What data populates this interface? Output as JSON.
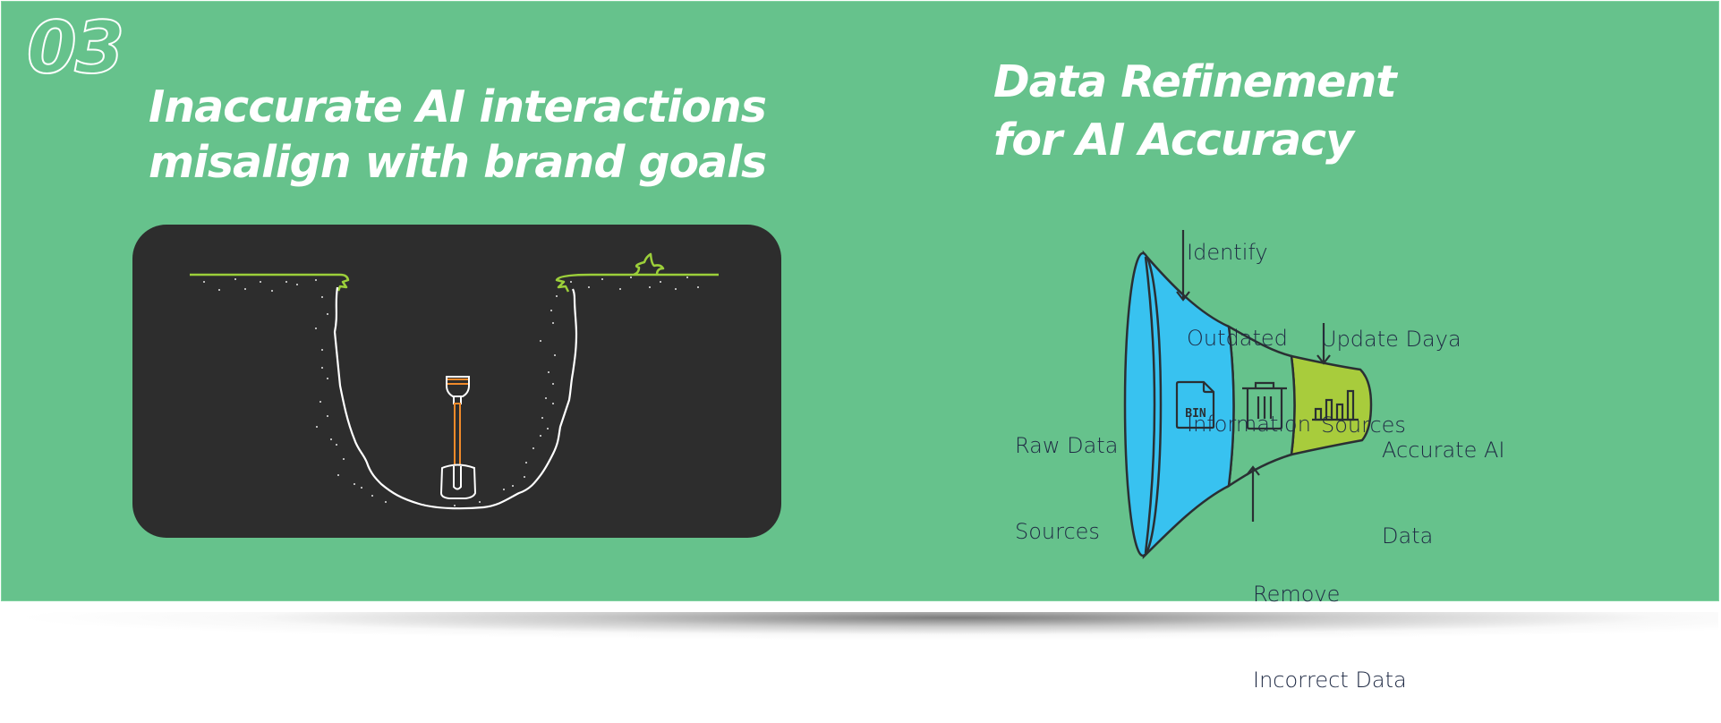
{
  "section_number": "03",
  "left": {
    "title_line1": "Inaccurate AI interactions",
    "title_line2": "misalign with brand goals",
    "illustration": "shovel-in-pit"
  },
  "right": {
    "title_line1": "Data Refinement",
    "title_line2": "for AI Accuracy",
    "funnel": {
      "input_label_line1": "Raw Data",
      "input_label_line2": "Sources",
      "output_label_line1": "Accurate AI",
      "output_label_line2": "Data",
      "steps": [
        {
          "label_lines": [
            "Identify",
            "Outdated",
            "Information"
          ],
          "arrow": "down"
        },
        {
          "label_lines": [
            "Update Daya",
            "Sources"
          ],
          "arrow": "down"
        },
        {
          "label_lines": [
            "Remove",
            "Incorrect Data"
          ],
          "arrow": "up"
        }
      ],
      "stage_icons": [
        "bin-file-icon",
        "trash-icon",
        "bar-chart-icon"
      ],
      "bin_text": "BIN"
    }
  },
  "colors": {
    "background": "#66c28c",
    "dark_card": "#2d2d2d",
    "funnel_blue": "#38c2f0",
    "funnel_lime": "#a8cc3c",
    "stroke": "#2a2f33",
    "label_text": "#1f2a44",
    "shovel_handle": "#f08a2a",
    "grass": "#9ccf3a"
  }
}
